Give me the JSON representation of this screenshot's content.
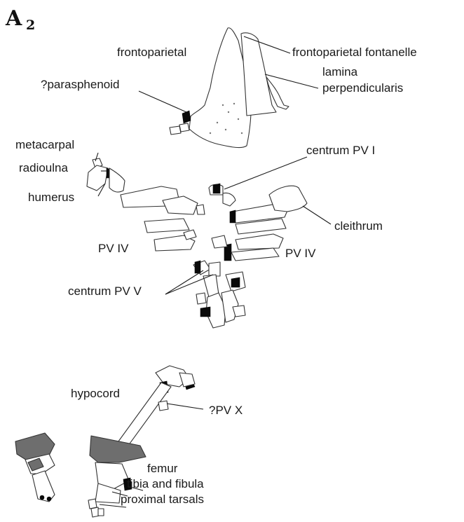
{
  "figure": {
    "panel_letter": "A",
    "panel_subscript": "2"
  },
  "labels": {
    "frontoparietal": "frontoparietal",
    "frontoparietal_fontanelle": "frontoparietal fontanelle",
    "lamina_line1": "lamina",
    "lamina_line2": "perpendicularis",
    "parasphenoid": "?parasphenoid",
    "metacarpal": "metacarpal",
    "radioulna": "radioulna",
    "humerus": "humerus",
    "centrum_pv_i": "centrum PV I",
    "cleithrum": "cleithrum",
    "pv_iv_left": "PV IV",
    "pv_iv_right": "PV IV",
    "centrum_pv_v": "centrum PV V",
    "hypocord": "hypocord",
    "pv_x": "?PV X",
    "femur": "femur",
    "tibia_fibula": "tibia and fibula",
    "proximal_tarsals": "proximal tarsals"
  }
}
